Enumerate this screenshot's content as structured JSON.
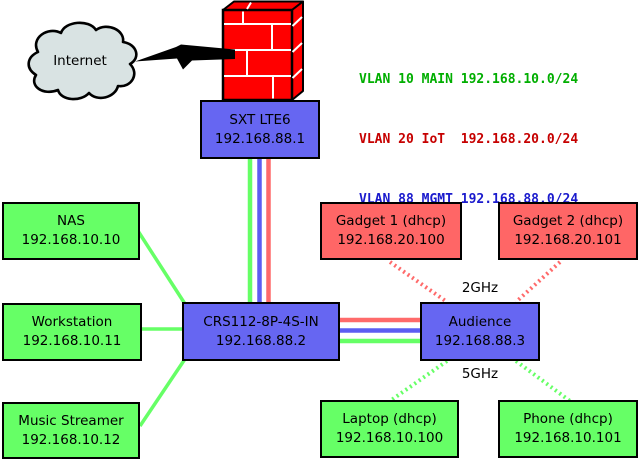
{
  "cloud": {
    "label": "Internet"
  },
  "legend": {
    "items": [
      {
        "text": "VLAN 10 MAIN 192.168.10.0/24",
        "color": "#00ae00"
      },
      {
        "text": "VLAN 20 IoT  192.168.20.0/24",
        "color": "#c60000"
      },
      {
        "text": "VLAN 88 MGMT 192.168.88.0/24",
        "color": "#1a1acd"
      }
    ]
  },
  "nodes": {
    "sxt": {
      "name": "SXT LTE6",
      "ip": "192.168.88.1"
    },
    "crs": {
      "name": "CRS112-8P-4S-IN",
      "ip": "192.168.88.2"
    },
    "audience": {
      "name": "Audience",
      "ip": "192.168.88.3"
    },
    "nas": {
      "name": "NAS",
      "ip": "192.168.10.10"
    },
    "workstation": {
      "name": "Workstation",
      "ip": "192.168.10.11"
    },
    "music": {
      "name": "Music Streamer",
      "ip": "192.168.10.12"
    },
    "gadget1": {
      "name": "Gadget 1 (dhcp)",
      "ip": "192.168.20.100"
    },
    "gadget2": {
      "name": "Gadget 2 (dhcp)",
      "ip": "192.168.20.101"
    },
    "laptop": {
      "name": "Laptop (dhcp)",
      "ip": "192.168.10.100"
    },
    "phone": {
      "name": "Phone (dhcp)",
      "ip": "192.168.10.101"
    }
  },
  "labels": {
    "band_top": "2GHz",
    "band_bottom": "5GHz"
  },
  "colors": {
    "node_blue": "#6666f2",
    "node_green": "#66ff66",
    "node_red": "#ff6666",
    "line_green": "#66ff66",
    "line_blue": "#5d5df2",
    "line_red": "#ff6a6a",
    "firewall_red": "#ff0000",
    "cloud_fill": "#d9e3e3",
    "bolt_black": "#000000"
  }
}
